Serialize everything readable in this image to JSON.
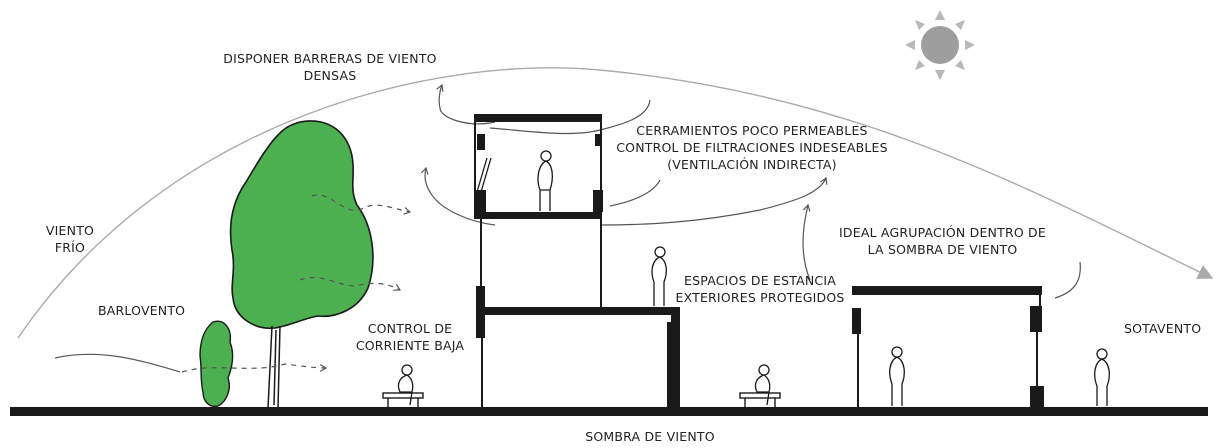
{
  "labels": {
    "barreras_line1": "DISPONER BARRERAS DE VIENTO",
    "barreras_line2": "DENSAS",
    "cerramientos_line1": "CERRAMIENTOS POCO PERMEABLES",
    "cerramientos_line2": "CONTROL DE FILTRACIONES INDESEABLES",
    "cerramientos_line3": "(VENTILACIÓN INDIRECTA)",
    "viento_frio_line1": "VIENTO",
    "viento_frio_line2": "FRÍO",
    "agrupacion_line1": "IDEAL AGRUPACIÓN DENTRO DE",
    "agrupacion_line2": "LA SOMBRA DE VIENTO",
    "espacios_line1": "ESPACIOS DE ESTANCIA",
    "espacios_line2": "EXTERIORES PROTEGIDOS",
    "barlovento": "BARLOVENTO",
    "control_line1": "CONTROL DE",
    "control_line2": "CORRIENTE BAJA",
    "sotavento": "SOTAVENTO",
    "sombra": "SOMBRA DE VIENTO"
  },
  "colors": {
    "tree_fill": "#4caf50",
    "line": "#1a1a1a",
    "wind_arc": "#aaaaaa",
    "sun": "#9e9e9e",
    "text": "#222222"
  },
  "icons": [
    "sun-icon",
    "person-icon",
    "bench-icon",
    "tree-icon",
    "shrub-icon",
    "wind-arrow-icon"
  ]
}
